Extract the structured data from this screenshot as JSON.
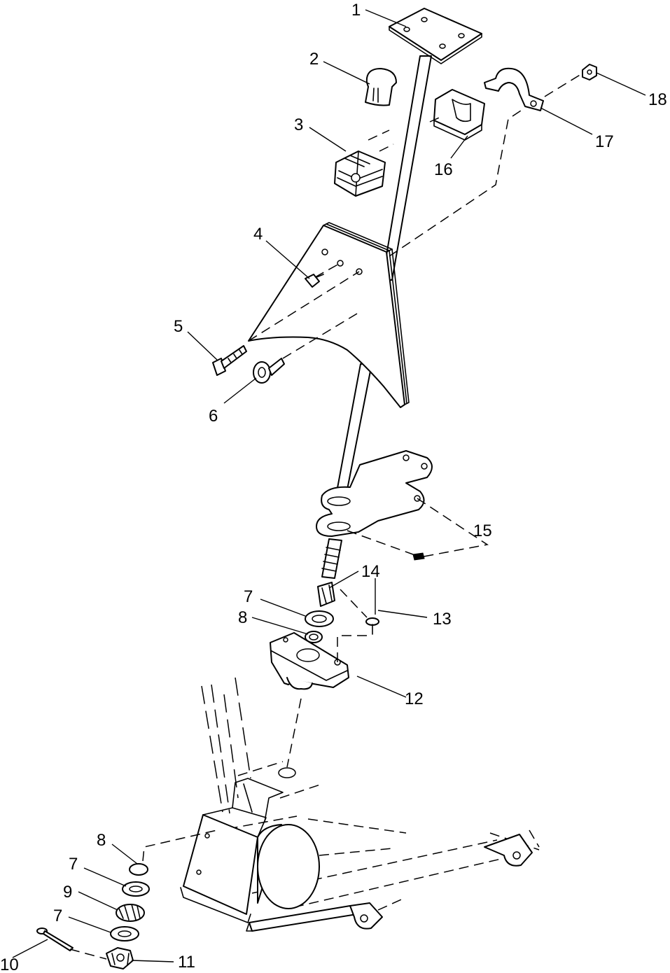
{
  "callouts": [
    {
      "id": "1",
      "label": "1"
    },
    {
      "id": "2",
      "label": "2"
    },
    {
      "id": "3",
      "label": "3"
    },
    {
      "id": "4",
      "label": "4"
    },
    {
      "id": "5",
      "label": "5"
    },
    {
      "id": "6",
      "label": "6"
    },
    {
      "id": "7a",
      "label": "7"
    },
    {
      "id": "8a",
      "label": "8"
    },
    {
      "id": "12",
      "label": "12"
    },
    {
      "id": "13",
      "label": "13"
    },
    {
      "id": "14",
      "label": "14"
    },
    {
      "id": "15",
      "label": "15"
    },
    {
      "id": "16",
      "label": "16"
    },
    {
      "id": "17",
      "label": "17"
    },
    {
      "id": "18",
      "label": "18"
    },
    {
      "id": "8b",
      "label": "8"
    },
    {
      "id": "7b",
      "label": "7"
    },
    {
      "id": "9",
      "label": "9"
    },
    {
      "id": "7c",
      "label": "7"
    },
    {
      "id": "10",
      "label": "10"
    },
    {
      "id": "11",
      "label": "11"
    }
  ]
}
